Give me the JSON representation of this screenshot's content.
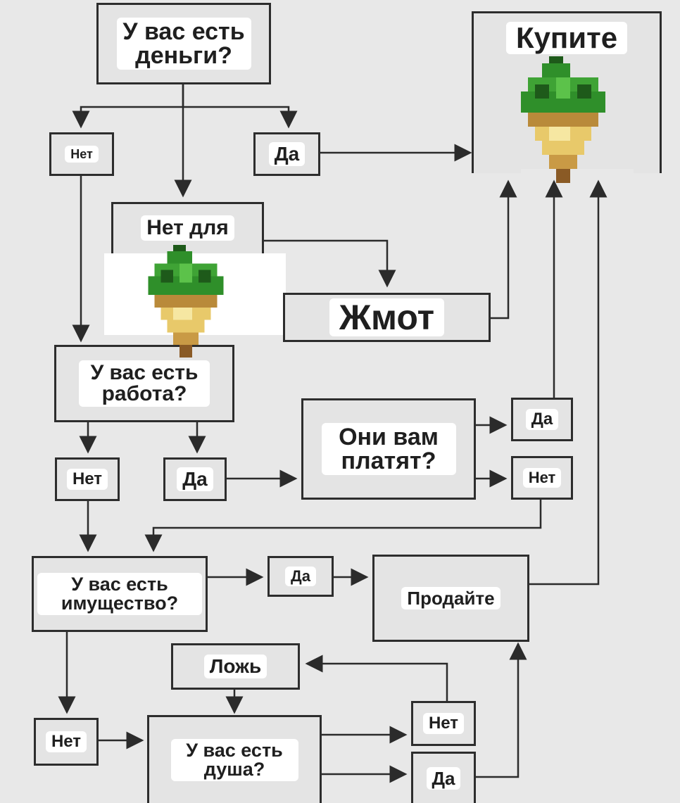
{
  "nodes": {
    "q_money": "У вас есть деньги?",
    "no1": "Нет",
    "yes1": "Да",
    "buy": "Купите",
    "no_for": "Нет для",
    "cheap": "Жмот",
    "q_job": "У вас есть работа?",
    "no2": "Нет",
    "yes2": "Да",
    "q_pay": "Они вам платят?",
    "yes3": "Да",
    "no3": "Нет",
    "q_property": "У вас есть имущество?",
    "yes4": "Да",
    "sell": "Продайте",
    "lie": "Ложь",
    "no4": "Нет",
    "q_soul": "У вас есть душа?",
    "no5": "Нет",
    "yes5": "Да"
  },
  "images": {
    "turnip_top": "parsnip-icon",
    "turnip_mid": "parsnip-icon"
  },
  "colors": {
    "background": "#e8e8e8",
    "box_fill": "#e4e4e4",
    "border": "#2d2d2d",
    "label_bg": "#ffffff",
    "leaves": "#2f8f2a",
    "root": "#e8c96a"
  }
}
